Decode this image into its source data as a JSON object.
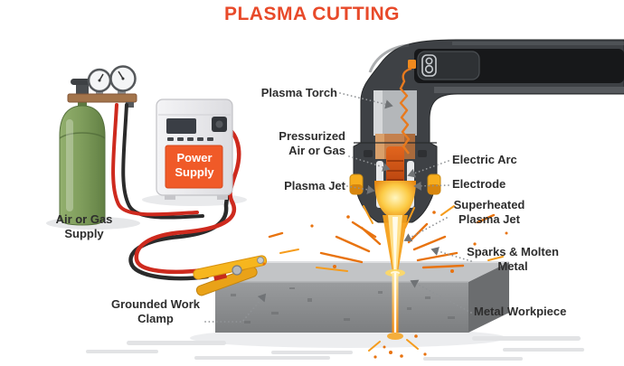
{
  "title": "PLASMA CUTTING",
  "labels": {
    "plasma_torch": "Plasma Torch",
    "pressurized_air_or_gas": "Pressurized Air or Gas",
    "plasma_jet": "Plasma Jet",
    "electric_arc": "Electric Arc",
    "electrode": "Electrode",
    "superheated_plasma_jet": "Superheated Plasma Jet",
    "sparks_molten_metal": "Sparks & Molten Metal",
    "metal_workpiece": "Metal Workpiece",
    "grounded_work_clamp": "Grounded Work Clamp",
    "air_or_gas_supply": "Air or Gas Supply",
    "power_supply": "Power Supply"
  },
  "colors": {
    "title": "#E84A2A",
    "label_text": "#2D2D2D",
    "accent_orange": "#F05A28",
    "cylinder_green": "#7E9C5B",
    "cable_red": "#CE2A1E",
    "cable_black": "#2B2B2B",
    "clamp_yellow": "#F2B01E",
    "flame_yellow": "#FFC93D",
    "torch_body": "#3E4145"
  }
}
